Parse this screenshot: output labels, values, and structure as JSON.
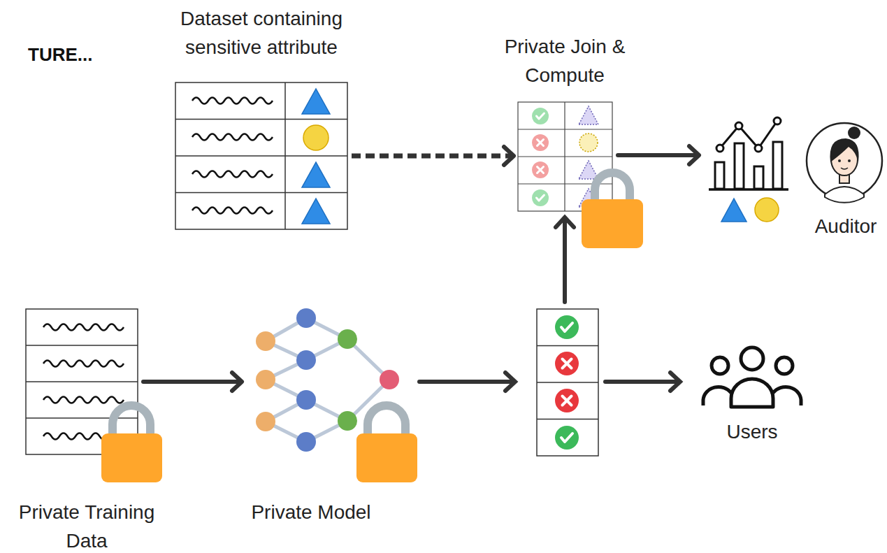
{
  "diagram": {
    "nodes": [
      {
        "text": [
          "Dataset containing sensitive attribute"
        ]
      },
      {
        "text": [
          "Private Join & Compute"
        ]
      },
      {
        "text": [
          "Auditor"
        ]
      },
      {
        "text": [
          "Private Training Data"
        ]
      },
      {
        "text": [
          "Private Model"
        ]
      },
      {
        "text": [
          "Users"
        ]
      }
    ],
    "edges": [
      {
        "from": 0,
        "to": 1,
        "arrow": "to"
      },
      {
        "from": 1,
        "to": 2,
        "arrow": "to"
      },
      {
        "from": 3,
        "to": 4,
        "arrow": "to"
      }
    ],
    "labels": [
      "TURE..."
    ]
  }
}
